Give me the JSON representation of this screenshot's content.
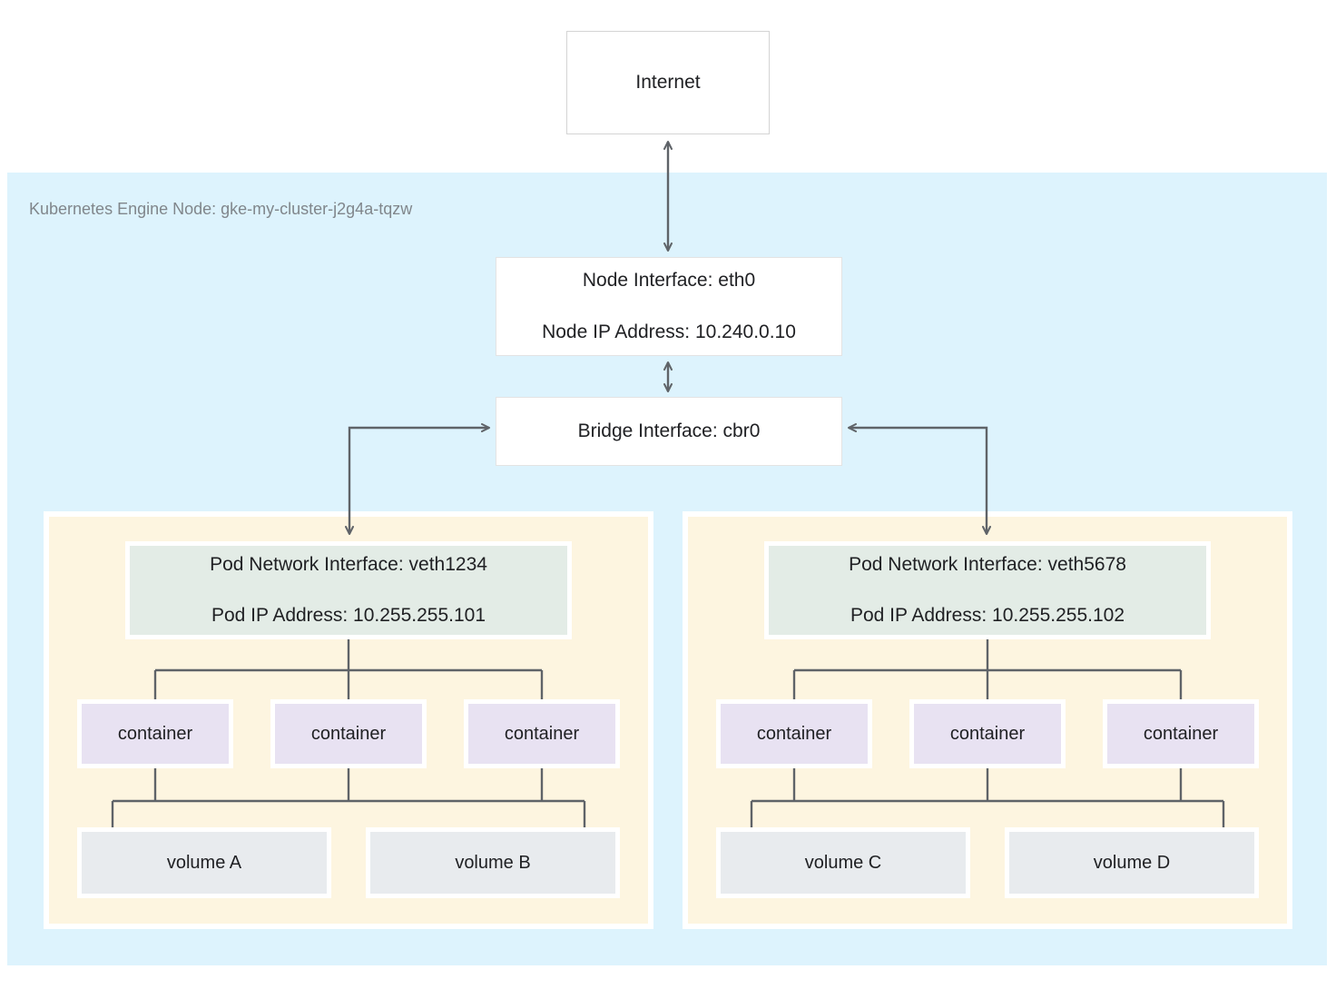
{
  "diagram": {
    "title_box": {
      "label": "Internet"
    },
    "node_region": {
      "label": "Kubernetes Engine Node: gke-my-cluster-j2g4a-tqzw",
      "background_color": "#ddf3fd"
    },
    "node_interface": {
      "line1": "Node Interface: eth0",
      "line2": "Node IP Address: 10.240.0.10"
    },
    "bridge_interface": {
      "label": "Bridge Interface: cbr0"
    },
    "pods": [
      {
        "id": "pod-left",
        "background_color": "#fdf5e0",
        "network_interface": {
          "line1": "Pod Network Interface: veth1234",
          "line2": "Pod IP Address: 10.255.255.101",
          "background_color": "#e3ece6"
        },
        "containers": [
          {
            "label": "container"
          },
          {
            "label": "container"
          },
          {
            "label": "container"
          }
        ],
        "volumes": [
          {
            "label": "volume A"
          },
          {
            "label": "volume B"
          }
        ]
      },
      {
        "id": "pod-right",
        "background_color": "#fdf5e0",
        "network_interface": {
          "line1": "Pod Network Interface: veth5678",
          "line2": "Pod IP Address: 10.255.255.102",
          "background_color": "#e3ece6"
        },
        "containers": [
          {
            "label": "container"
          },
          {
            "label": "container"
          },
          {
            "label": "container"
          }
        ],
        "volumes": [
          {
            "label": "volume C"
          },
          {
            "label": "volume D"
          }
        ]
      }
    ],
    "colors": {
      "container_fill": "#e8e2f2",
      "volume_fill": "#e8ebee",
      "connector_stroke": "#5f6368",
      "box_border": "#e3e3e3",
      "label_text": "#80868b"
    }
  }
}
